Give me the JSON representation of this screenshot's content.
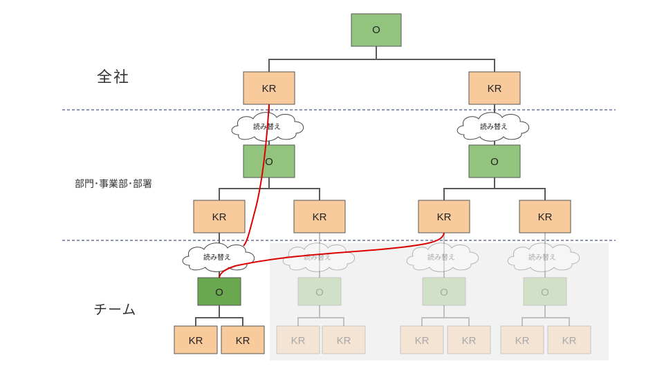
{
  "levels": {
    "company": "全社",
    "department": "部門･事業部･部署",
    "team": "チーム"
  },
  "node_labels": {
    "objective": "O",
    "key_result": "KR"
  },
  "cloud_label": "読み替え",
  "colors": {
    "objective_fill": "#93c47d",
    "objective_fill_team": "#6aa84f",
    "objective_stroke": "#555555",
    "kr_fill": "#f9cb9c",
    "kr_stroke": "#555555",
    "connector": "#595959",
    "divider": "#1c2b6b",
    "highlight_line": "#dd0000",
    "faded_region": "#f2f2f2"
  }
}
